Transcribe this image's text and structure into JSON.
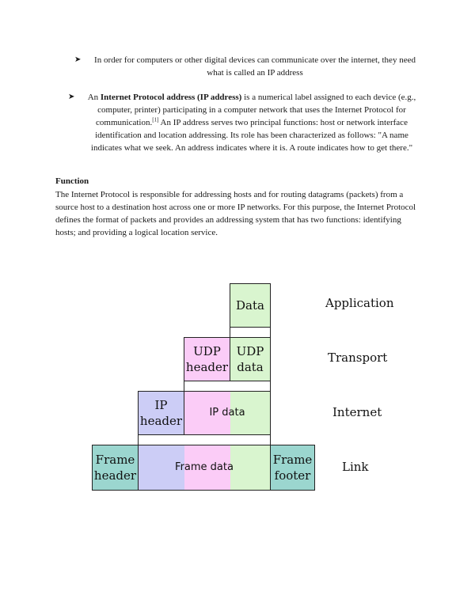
{
  "bullets": [
    {
      "text": "In order for computers or other digital devices can communicate over the internet, they need what is called an IP address"
    },
    {
      "prefix": "An ",
      "bold": "Internet Protocol address (IP address)",
      "text_a": " is a numerical label assigned to each device (e.g., computer, printer) participating in a computer network that uses the Internet Protocol for communication.",
      "ref": "[1]",
      "text_b": " An IP address serves two principal functions: host or network interface identification and location addressing. Its role has been characterized as follows: \"A name indicates what we seek. An address indicates where it is. A route indicates how to get there.\""
    }
  ],
  "section": {
    "heading": "Function",
    "body": "The Internet Protocol is responsible for addressing hosts and for routing datagrams (packets) from a source host to a destination host across one or more IP networks. For this purpose, the Internet Protocol defines the format of packets and provides an addressing system that has two functions: identifying hosts; and providing a logical location service."
  },
  "diagram": {
    "cells": {
      "data": "Data",
      "udp_header": "UDP\nheader",
      "udp_data": "UDP\ndata",
      "ip_header": "IP\nheader",
      "ip_data": "IP data",
      "frame_header": "Frame\nheader",
      "frame_data": "Frame data",
      "frame_footer": "Frame\nfooter"
    },
    "layers": {
      "application": "Application",
      "transport": "Transport",
      "internet": "Internet",
      "link": "Link"
    },
    "colors": {
      "application_data": "#d9f5cf",
      "transport_header": "#fbccf7",
      "internet_header": "#cccdf6",
      "link_header_footer": "#9bd6cf"
    }
  }
}
